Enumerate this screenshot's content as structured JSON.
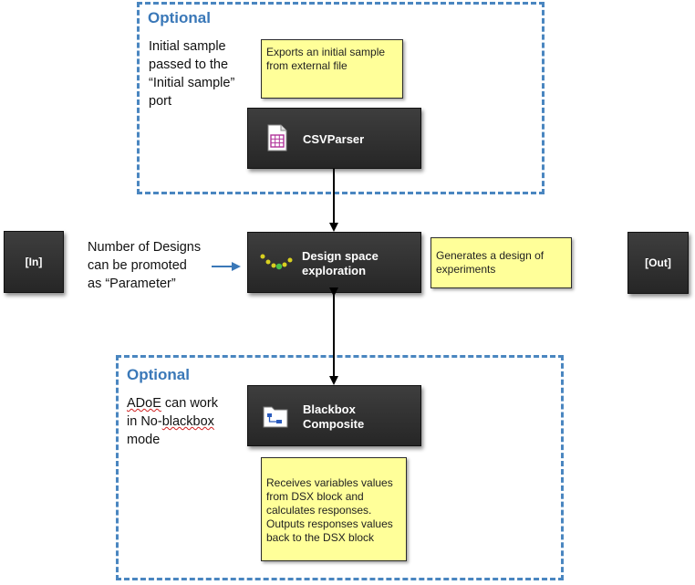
{
  "optional_top": {
    "label": "Optional",
    "note": "Initial sample\npassed to the\n“Initial sample”\nport",
    "sticky": "Exports an initial sample\nfrom external file",
    "block": {
      "title": "CSVParser",
      "icon": "spreadsheet-icon"
    }
  },
  "input_port": {
    "label": "[In]"
  },
  "output_port": {
    "label": "[Out]"
  },
  "parameter_note": "Number of Designs\ncan be promoted\nas “Parameter”",
  "dsx": {
    "title": "Design space\nexploration",
    "icon": "dots-curve-icon",
    "sticky": "Generates a design of\nexperiments"
  },
  "optional_bottom": {
    "label": "Optional",
    "note_parts": {
      "w1": "ADoE",
      "t1": " can work\nin No-",
      "w2": "blackbox",
      "t2": "\nmode"
    },
    "block": {
      "title": "Blackbox\nComposite",
      "icon": "folder-diagram-icon"
    },
    "sticky": "Receives variables values\nfrom DSX block and\ncalculates responses.\nOutputs responses values\nback to the DSX block"
  },
  "colors": {
    "dashed_border": "#4a86c0",
    "optional_label": "#3a78b8",
    "sticky_bg": "#ffff99",
    "block_bg": "#2e2e2e",
    "arrow": "#000000",
    "param_arrow": "#3a78b8"
  }
}
